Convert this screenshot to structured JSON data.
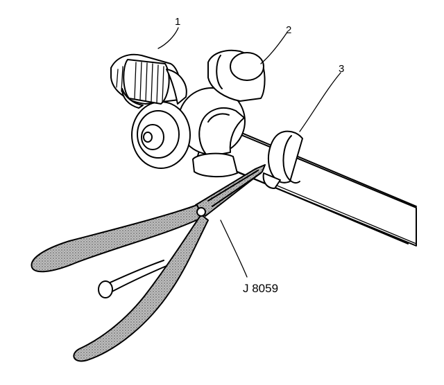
{
  "callouts": [
    {
      "id": "1",
      "label": "1"
    },
    {
      "id": "2",
      "label": "2"
    },
    {
      "id": "3",
      "label": "3"
    }
  ],
  "tool": {
    "label": "J 8059"
  }
}
